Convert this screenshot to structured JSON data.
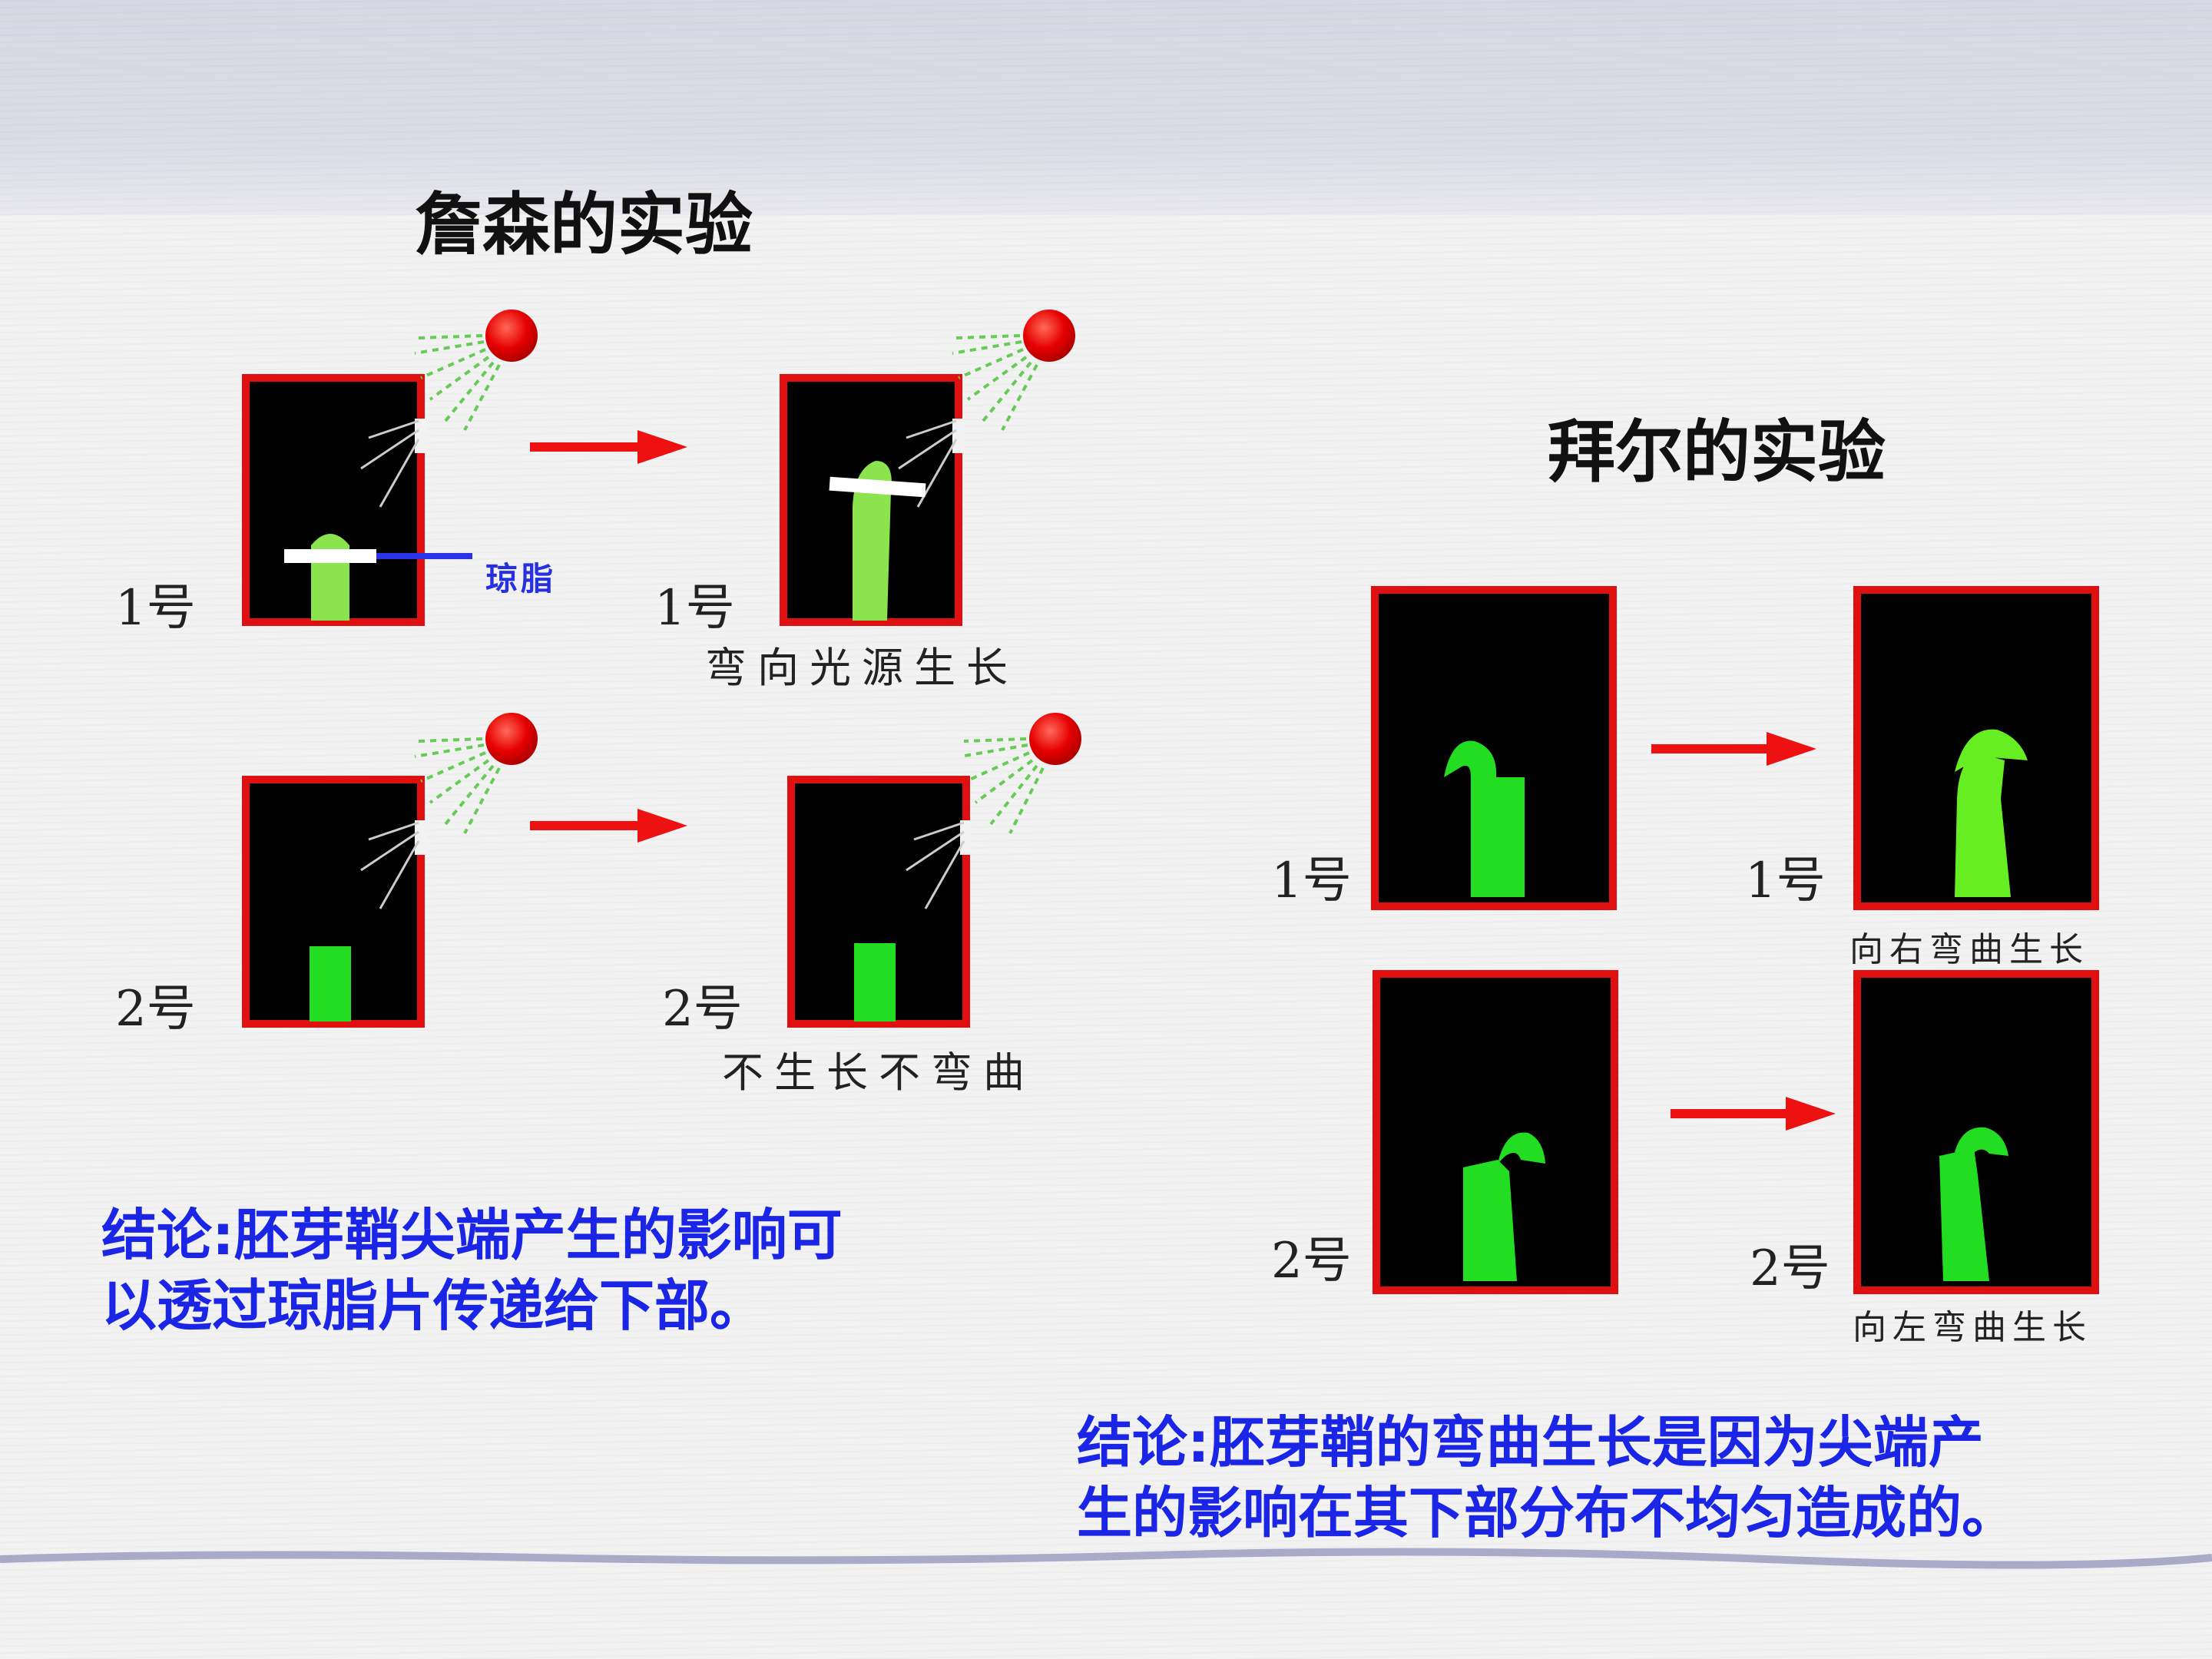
{
  "left": {
    "title": "詹森的实验",
    "agar_label": "琼脂",
    "rows": [
      {
        "before": "1号",
        "after": "1号",
        "result": "弯向光源生长"
      },
      {
        "before": "2号",
        "after": "2号",
        "result": "不生长不弯曲"
      }
    ],
    "conclusion": [
      "结论:胚芽鞘尖端产生的影响可",
      "以透过琼脂片传递给下部。"
    ]
  },
  "right": {
    "title": "拜尔的实验",
    "rows": [
      {
        "before": "1号",
        "after": "1号",
        "result": "向右弯曲生长"
      },
      {
        "before": "2号",
        "after": "2号",
        "result": "向左弯曲生长"
      }
    ],
    "conclusion": [
      "结论:胚芽鞘的弯曲生长是因为尖端产",
      "生的影响在其下部分布不均匀造成的。"
    ]
  },
  "colors": {
    "box_border": "#e01010",
    "box_fill": "#000000",
    "seedling": "#33dd22",
    "arrow": "#ee1111",
    "light": "#e60000",
    "conclusion_text": "#1b25e6"
  }
}
